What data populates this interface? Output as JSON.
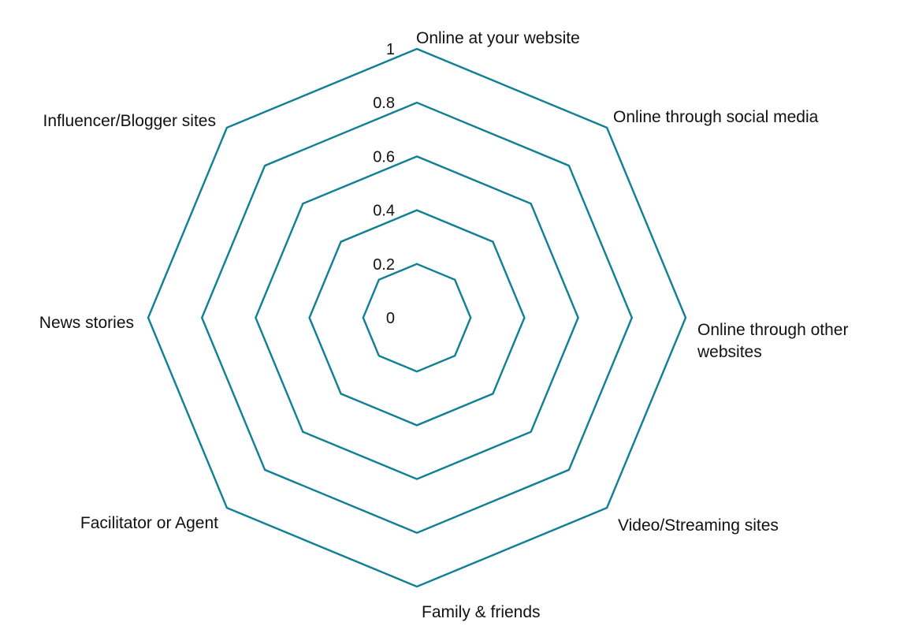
{
  "chart_data": {
    "type": "radar",
    "title": "",
    "categories": [
      "Online at your website",
      "Online through social media",
      "Online through other websites",
      "Video/Streaming sites",
      "Family & friends",
      "Facilitator or Agent",
      "News stories",
      "Influencer/Blogger sites"
    ],
    "radial_ticks": [
      "0",
      "0.2",
      "0.4",
      "0.6",
      "0.8",
      "1"
    ],
    "radial_tick_values": [
      0,
      0.2,
      0.4,
      0.6,
      0.8,
      1
    ],
    "rlim": [
      0,
      1
    ],
    "series": [],
    "grid_color": "#0f7f93"
  }
}
